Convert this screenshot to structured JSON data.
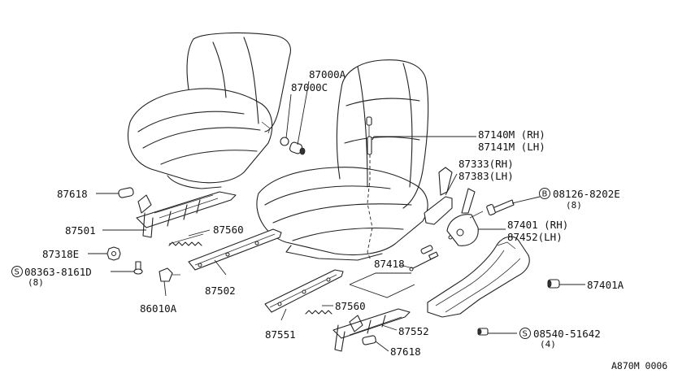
{
  "labels": {
    "p87000A": "87000A",
    "p87000C": "87000C",
    "p87140M": "87140M (RH)",
    "p87141M": "87141M (LH)",
    "p87333": "87333(RH)",
    "p87383": "87383(LH)",
    "p08126": "08126-8202E",
    "p08126_qty": "(8)",
    "p87618_top": "87618",
    "p87501": "87501",
    "p87560_top": "87560",
    "p87318E": "87318E",
    "p08363": "08363-8161D",
    "p08363_qty": "(8)",
    "p87502": "87502",
    "p86010A": "86010A",
    "p87401": "87401 (RH)",
    "p87452": "87452(LH)",
    "p87418": "87418",
    "p87401A": "87401A",
    "p87560_bot": "87560",
    "p87552": "87552",
    "p87551": "87551",
    "p87618_bot": "87618",
    "p08540": "08540-51642",
    "p08540_qty": "(4)",
    "code": "A870M 0006"
  },
  "symbols": {
    "b_mark": "B",
    "s_mark": "S"
  }
}
